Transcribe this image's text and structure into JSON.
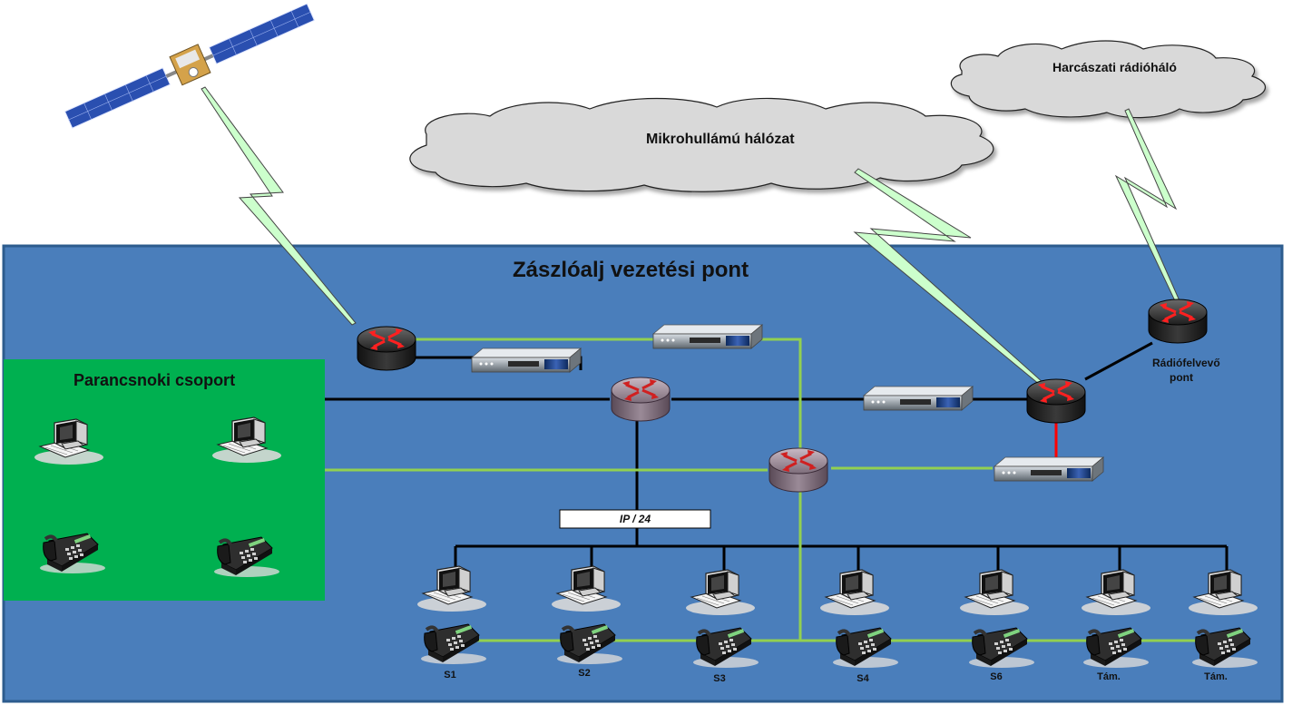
{
  "networks": {
    "microwave": "Mikrohullámú hálózat",
    "radio": "Harcászati rádióháló"
  },
  "main_area": {
    "title": "Zászlóalj vezetési pont"
  },
  "command_group": {
    "title": "Parancsnoki csoport"
  },
  "radio_point": {
    "label": "Rádiófelvevő pont"
  },
  "subnet": {
    "label": "IP / 24"
  },
  "stations": [
    {
      "label": "S1"
    },
    {
      "label": "S2"
    },
    {
      "label": "S3"
    },
    {
      "label": "S4"
    },
    {
      "label": "S6"
    },
    {
      "label": "Tám."
    },
    {
      "label": "Tám."
    }
  ],
  "colors": {
    "main_bg": "#4a7ebb",
    "command_bg": "#00b050",
    "cloud": "#d9d9d9",
    "link_black": "#000000",
    "link_green": "#92d050",
    "link_red": "#ff0000",
    "wireless": "#ccffcc"
  }
}
